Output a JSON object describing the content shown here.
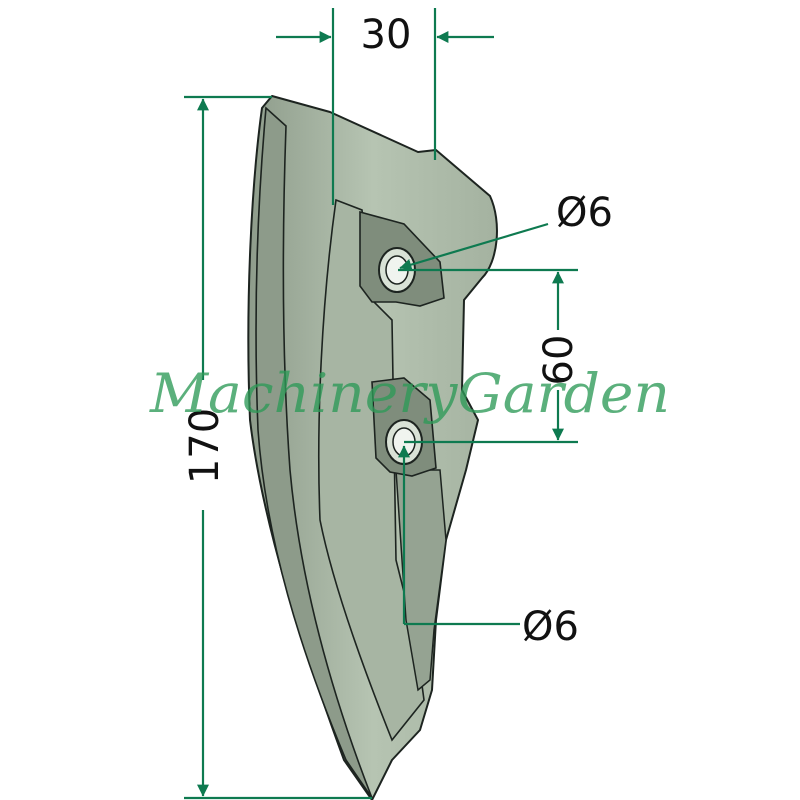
{
  "dimensions": {
    "width_label": "30",
    "height_label": "170",
    "spacing_label": "60",
    "hole_top_label": "Ø6",
    "hole_bottom_label": "Ø6"
  },
  "watermark": {
    "text": "MachineryGarden"
  },
  "colors": {
    "dimension_line": "#0e7a50",
    "part_fill": "#b3c1b0",
    "part_edge": "#1d2420",
    "watermark": "#2e9a58"
  }
}
